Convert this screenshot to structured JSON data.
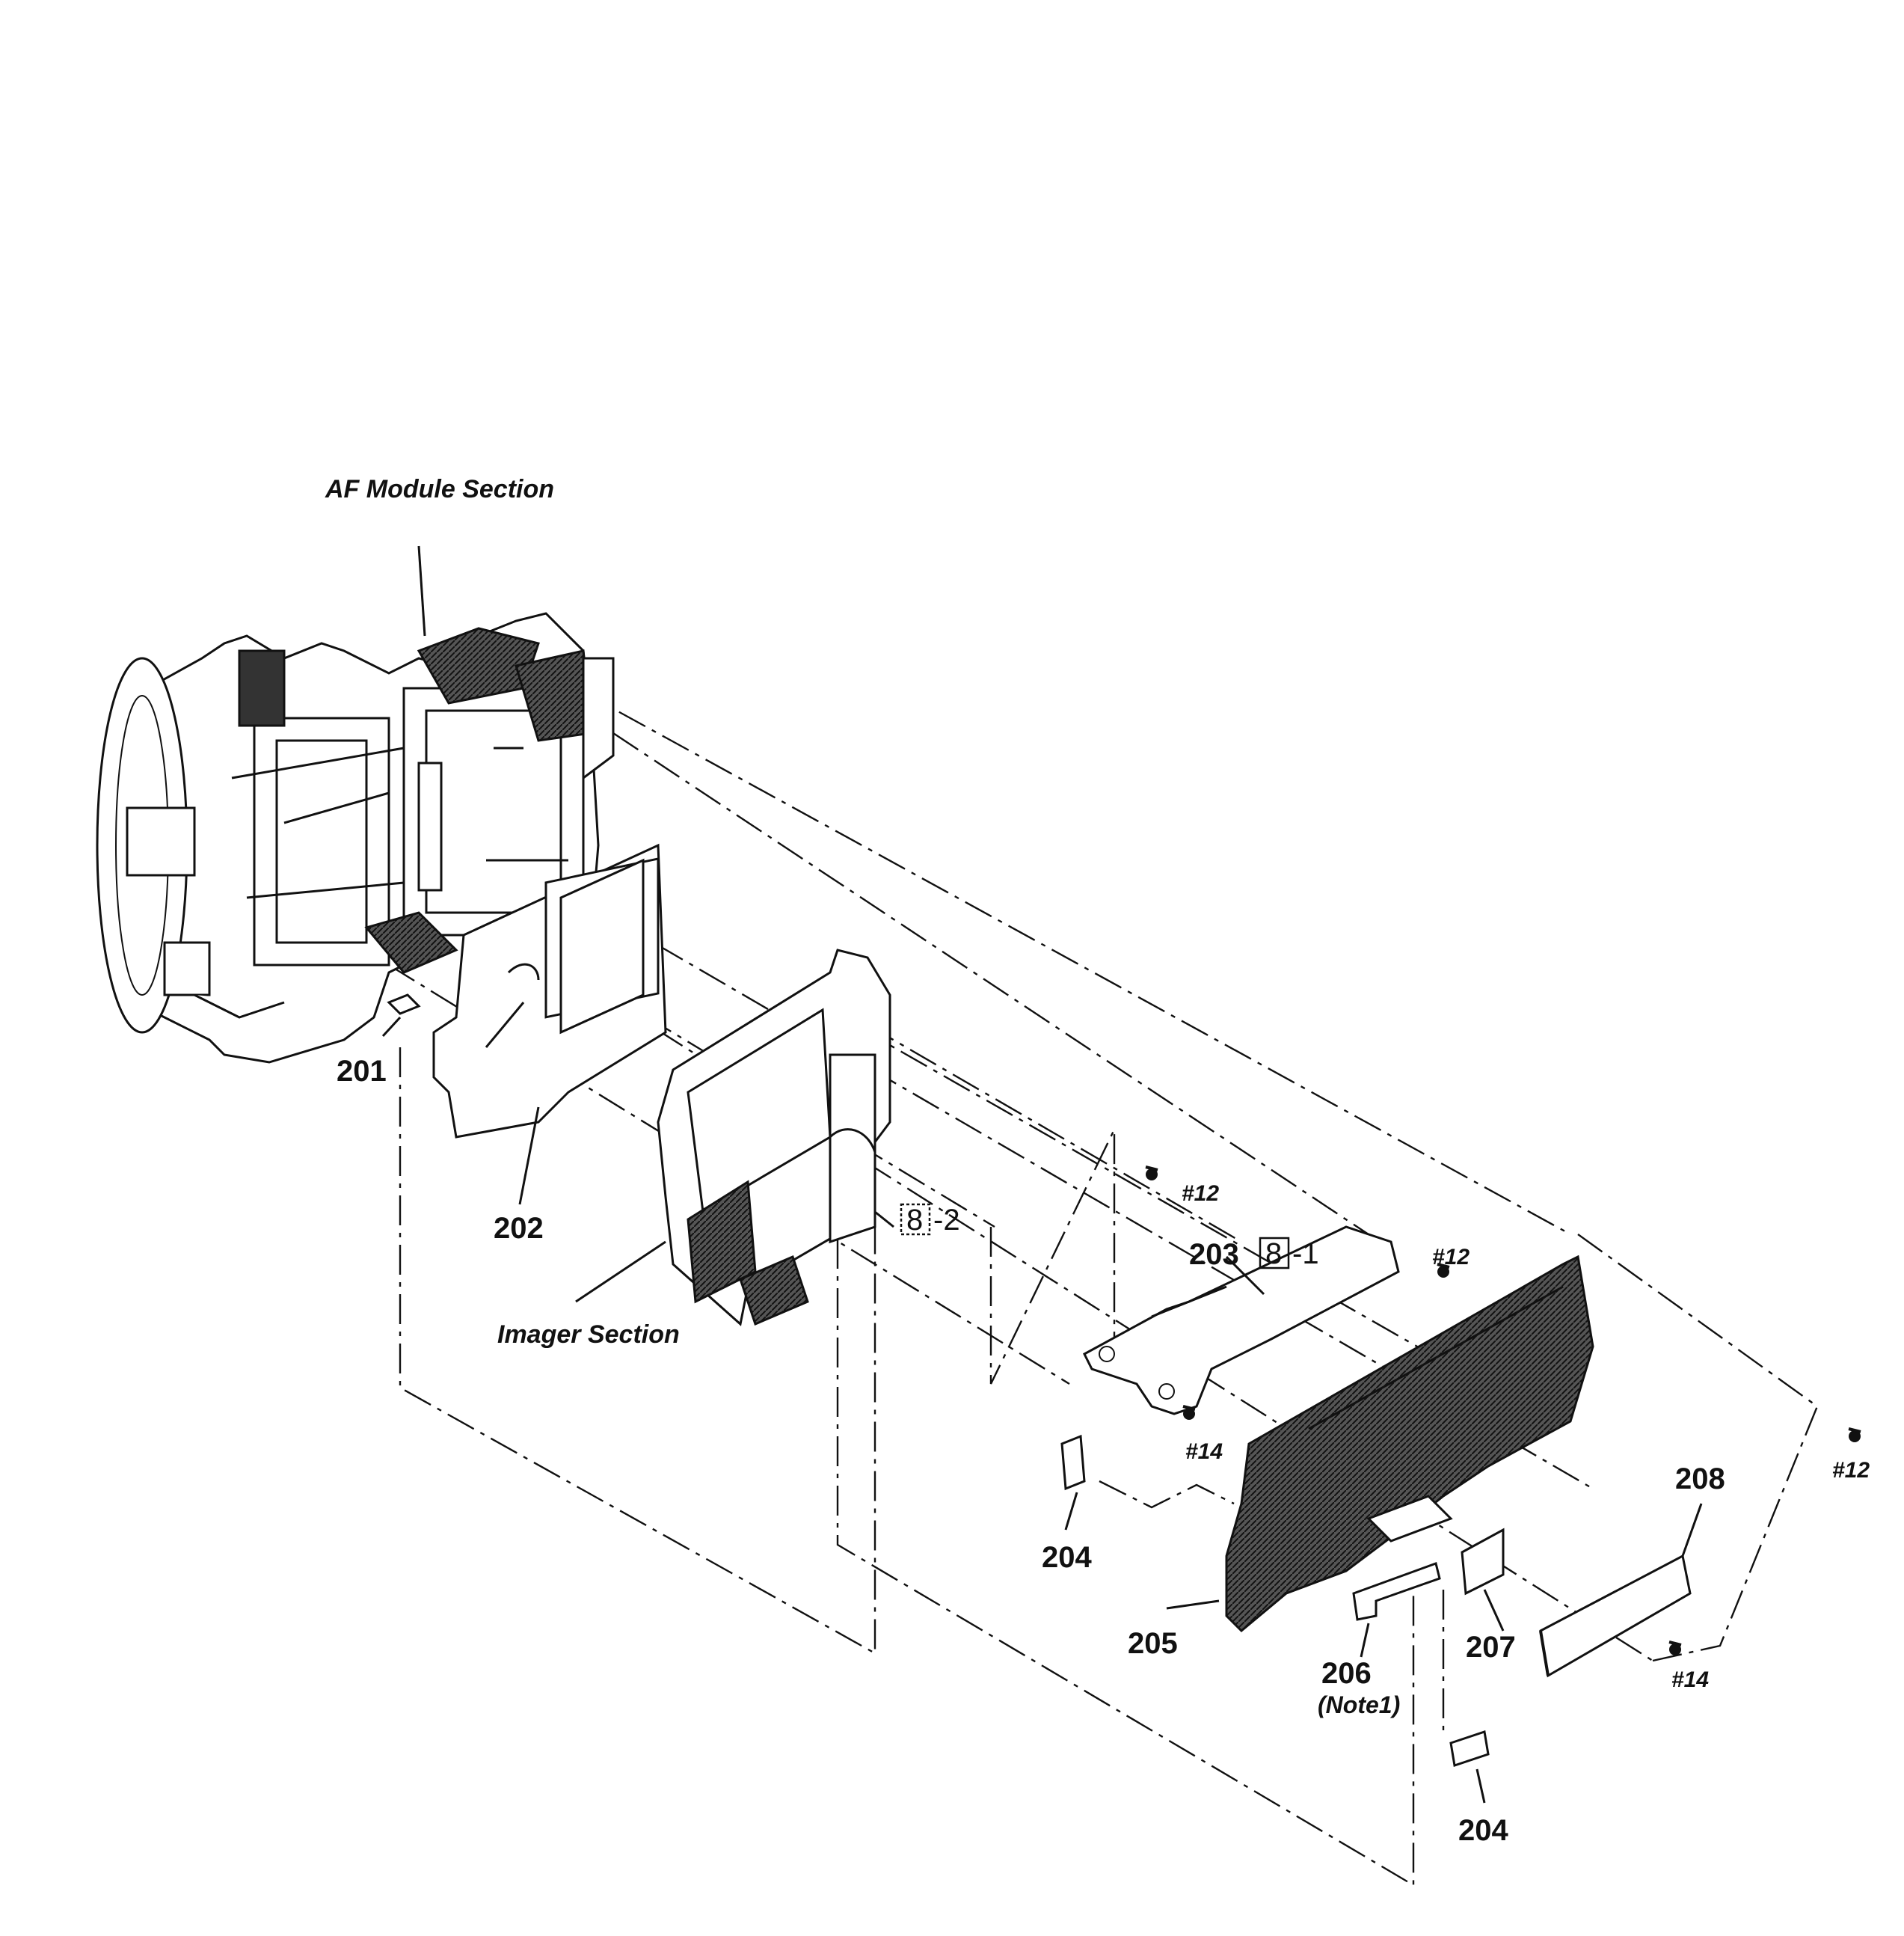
{
  "sections": {
    "af_module": "AF Module Section",
    "imager": "Imager Section"
  },
  "parts": {
    "p201": "201",
    "p202": "202",
    "p203": "203",
    "p204a": "204",
    "p204b": "204",
    "p205": "205",
    "p206": "206",
    "p206_note": "(Note1)",
    "p207": "207",
    "p208": "208"
  },
  "refs": {
    "ref8_box1": "8",
    "ref8_suffix1": "-1",
    "ref8_box2": "8",
    "ref8_suffix2": "-2"
  },
  "screws": {
    "s12_a": "#12",
    "s12_b": "#12",
    "s12_c": "#12",
    "s14_a": "#14",
    "s14_b": "#14"
  }
}
